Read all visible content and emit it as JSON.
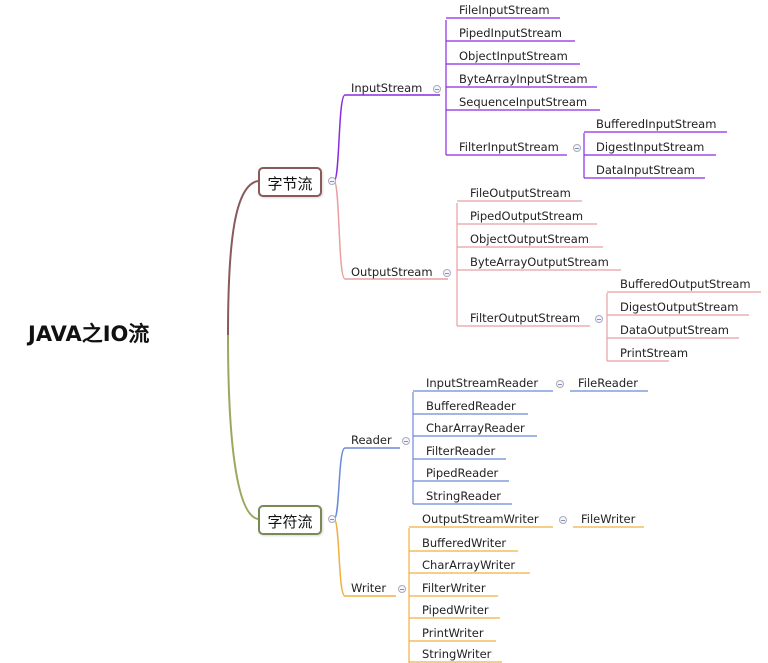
{
  "root": "JAVA之IO流",
  "byte_stream": {
    "label": "字节流",
    "input": {
      "label": "InputStream",
      "children": [
        "FileInputStream",
        "PipedInputStream",
        "ObjectInputStream",
        "ByteArrayInputStream",
        "SequenceInputStream",
        "FilterInputStream"
      ],
      "filter_children": [
        "BufferedInputStream",
        "DigestInputStream",
        "DataInputStream"
      ]
    },
    "output": {
      "label": "OutputStream",
      "children": [
        "FileOutputStream",
        "PipedOutputStream",
        "ObjectOutputStream",
        "ByteArrayOutputStream",
        "FilterOutputStream"
      ],
      "filter_children": [
        "BufferedOutputStream",
        "DigestOutputStream",
        "DataOutputStream",
        "PrintStream"
      ]
    }
  },
  "char_stream": {
    "label": "字符流",
    "reader": {
      "label": "Reader",
      "children": [
        "InputStreamReader",
        "BufferedReader",
        "CharArrayReader",
        "FilterReader",
        "PipedReader",
        "StringReader"
      ],
      "isr_child": "FileReader"
    },
    "writer": {
      "label": "Writer",
      "children": [
        "OutputStreamWriter",
        "BufferedWriter",
        "CharArrayWriter",
        "FilterWriter",
        "PipedWriter",
        "PrintWriter",
        "StringWriter"
      ],
      "osw_child": "FileWriter"
    }
  },
  "colors": {
    "byte_branch": "#8a5a5a",
    "char_branch": "#9aa860",
    "input": "#8a2be2",
    "output": "#e8a0a0",
    "reader": "#6a8ad8",
    "writer": "#f0b040"
  }
}
